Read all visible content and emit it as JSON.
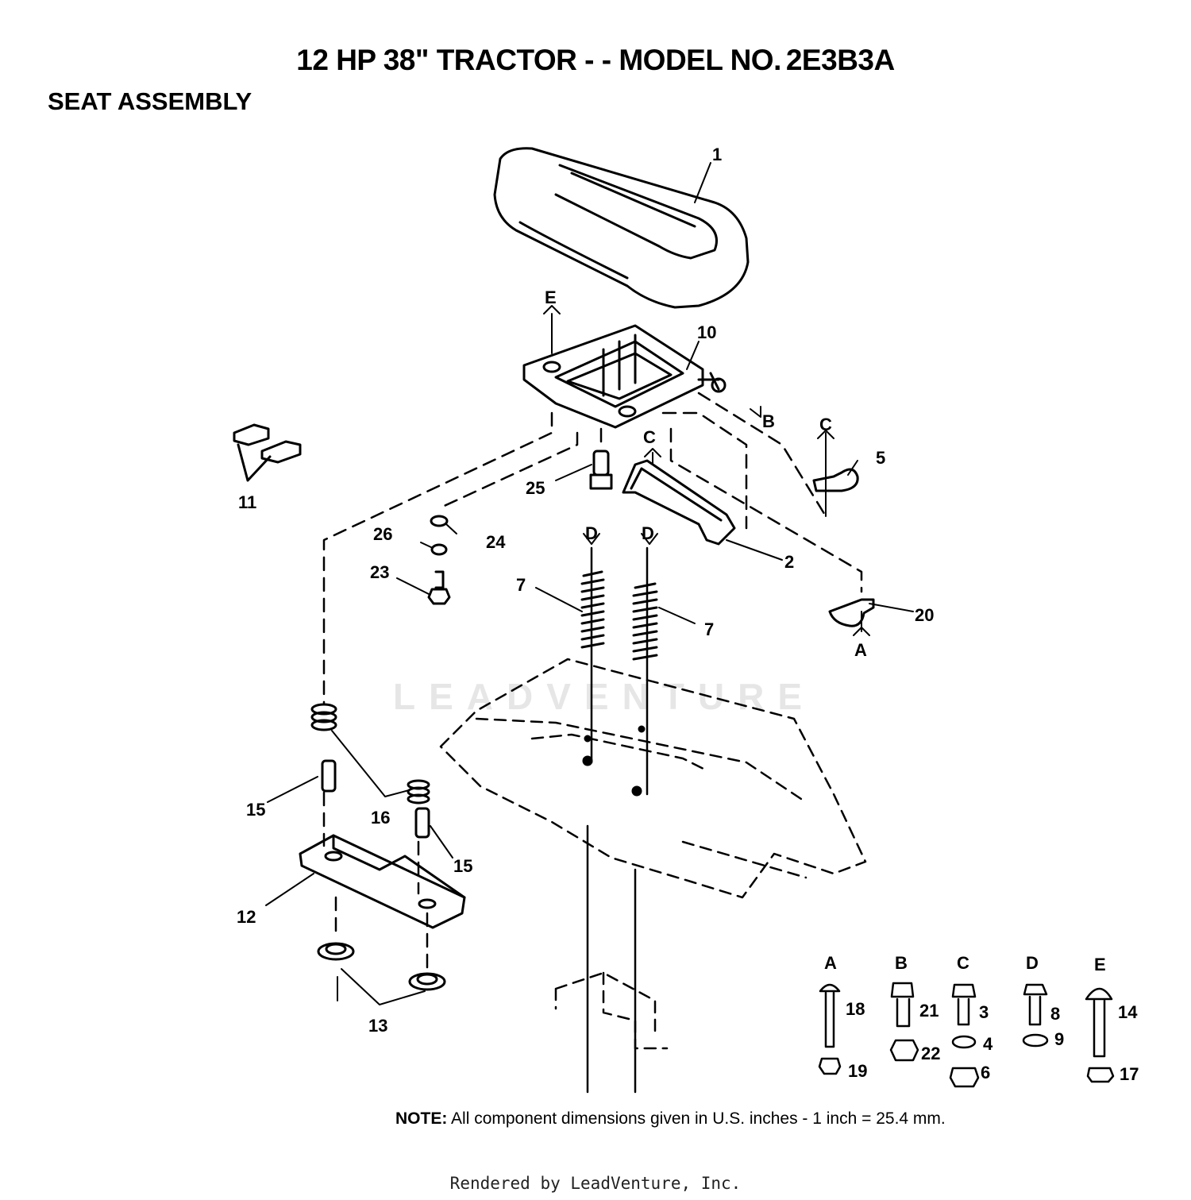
{
  "header": {
    "title_part1": "12 HP 38\" TRACTOR - - MODEL NO.",
    "title_part2": "2E3B3A",
    "subtitle": "SEAT ASSEMBLY"
  },
  "callouts": {
    "c1": "1",
    "c2": "2",
    "c5": "5",
    "c7a": "7",
    "c7b": "7",
    "c10": "10",
    "c11": "11",
    "c12": "12",
    "c13": "13",
    "c15a": "15",
    "c15b": "15",
    "c16": "16",
    "c20": "20",
    "c23": "23",
    "c24": "24",
    "c25": "25",
    "c26": "26"
  },
  "connectors": {
    "e": "E",
    "b": "B",
    "c_top": "C",
    "c_mid": "C",
    "d1": "D",
    "d2": "D",
    "a": "A"
  },
  "hardware": {
    "A": {
      "letter": "A",
      "parts": [
        "18",
        "19"
      ]
    },
    "B": {
      "letter": "B",
      "parts": [
        "21",
        "22"
      ]
    },
    "C": {
      "letter": "C",
      "parts": [
        "3",
        "4",
        "6"
      ]
    },
    "D": {
      "letter": "D",
      "parts": [
        "8",
        "9"
      ]
    },
    "E": {
      "letter": "E",
      "parts": [
        "14",
        "17"
      ]
    }
  },
  "note": {
    "label": "NOTE:",
    "text": "All component dimensions given in U.S. inches - 1 inch = 25.4 mm."
  },
  "watermark": "LEADVENTURE",
  "footer": "Rendered by LeadVenture, Inc."
}
